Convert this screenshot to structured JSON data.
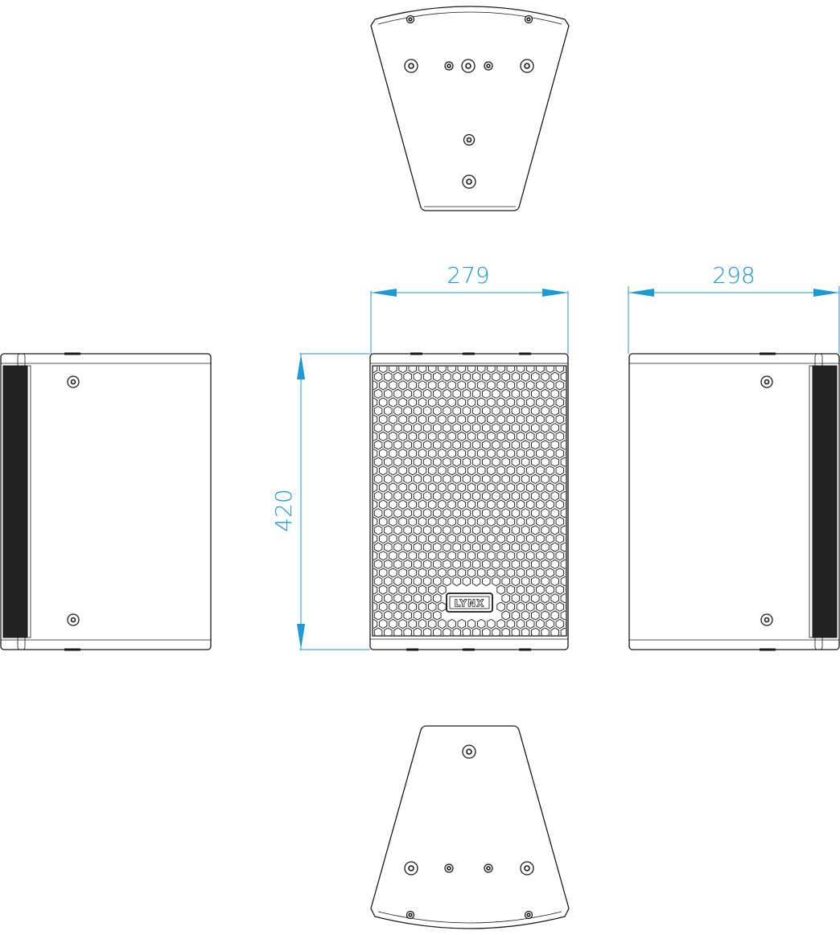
{
  "drawing": {
    "brand_logo": "LYNX",
    "dimensions": {
      "width": "279",
      "depth": "298",
      "height": "420"
    },
    "colors": {
      "dimension": "#1a9ad6",
      "outline": "#1a1a1a"
    }
  }
}
